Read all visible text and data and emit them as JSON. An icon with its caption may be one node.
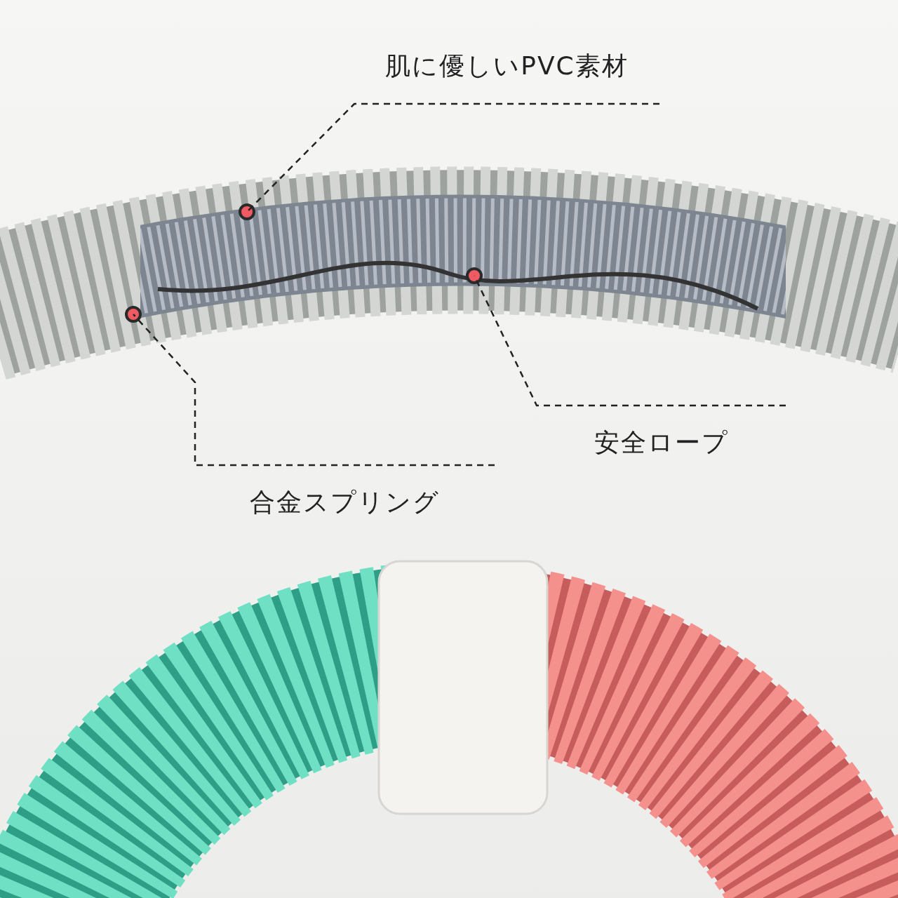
{
  "diagram": {
    "nodes": [
      {
        "text": [
          "肌に優しいPVC素材"
        ]
      },
      {
        "text": [
          "安全ロープ"
        ]
      },
      {
        "text": [
          "合金スプリング"
        ]
      }
    ],
    "edges": [
      {
        "from": 0,
        "to": null,
        "arrow": "none",
        "style": "dashed"
      },
      {
        "from": 1,
        "to": null,
        "arrow": "none",
        "style": "dashed"
      },
      {
        "from": 2,
        "to": null,
        "arrow": "none",
        "style": "dashed"
      }
    ]
  }
}
